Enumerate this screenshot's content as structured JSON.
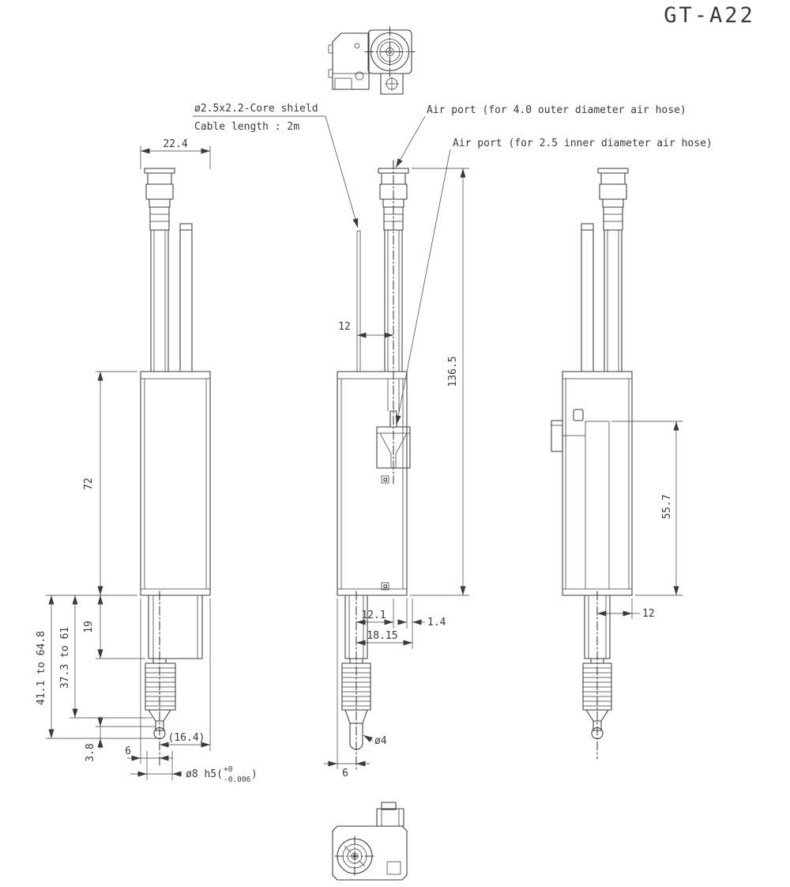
{
  "title": "GT-A22",
  "labels": {
    "core_shield": "ø2.5x2.2-Core shield",
    "cable_length": "Cable length : 2m",
    "air_port_outer": "Air port (for 4.0 outer diameter air hose)",
    "air_port_inner": "Air port (for 2.5 inner diameter air hose)"
  },
  "dims": {
    "body_width": "22.4",
    "body_length": "72",
    "bush_length": "19",
    "range_total": "41.1 to 64.8",
    "range_stroke": "37.3 to 61",
    "tip_play": "3.8",
    "offset_left": "6",
    "width_ref": "(16.4)",
    "spindle_prefix": "ø8 h5(",
    "spindle_tol_upper": "+0",
    "spindle_tol_lower": "-0.006",
    "spindle_suffix": ")",
    "port_offset_top": "12",
    "overall_length": "136.5",
    "port_offset": "12.1",
    "port_span": "18.15",
    "edge_gap": "1.4",
    "tip_dia": "ø4",
    "offset_front": "6",
    "inner_length": "55.7",
    "offset_right": "12"
  },
  "colors": {
    "line": "#3a3a3a",
    "background": "#ffffff"
  }
}
